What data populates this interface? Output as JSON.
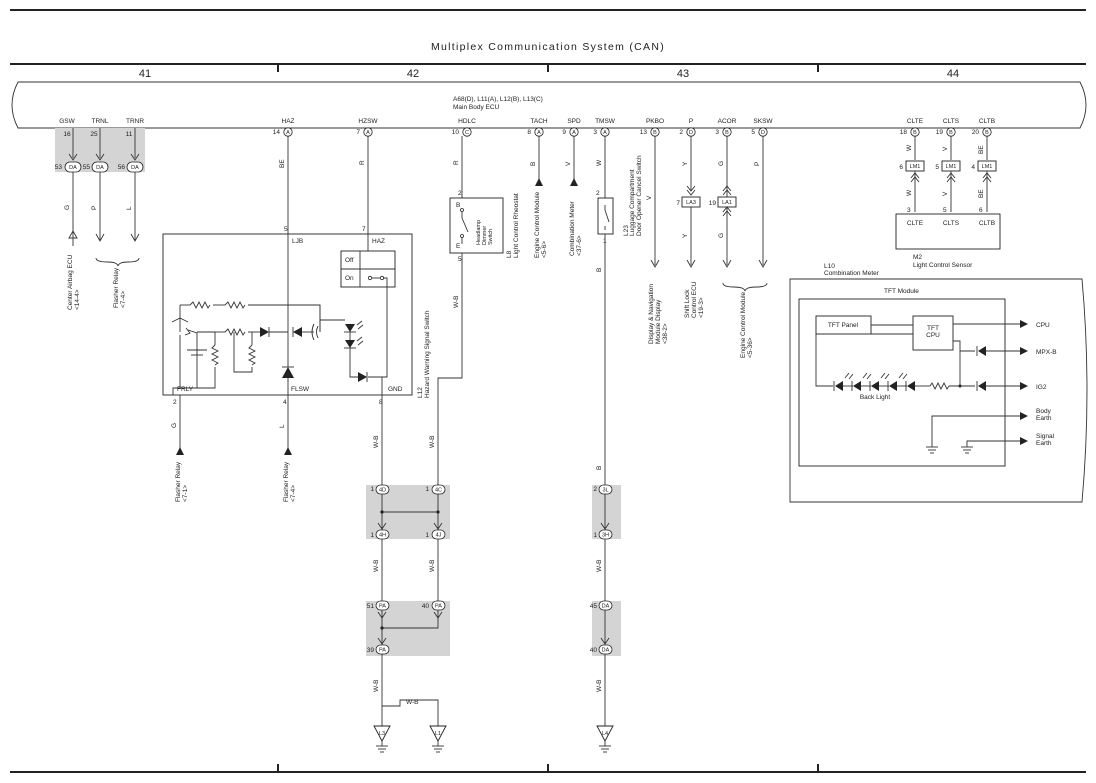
{
  "title": "Multiplex Communication System (CAN)",
  "columns": [
    "41",
    "42",
    "43",
    "44"
  ],
  "ecu": {
    "id": "A68(D), L11(A), L12(B), L13(C)",
    "name": "Main Body ECU"
  },
  "terminals": {
    "gsw": {
      "name": "GSW",
      "pin": "16"
    },
    "trnl": {
      "name": "TRNL",
      "pin": "25"
    },
    "trnr": {
      "name": "TRNR",
      "pin": "11"
    },
    "haz": {
      "name": "HAZ",
      "pin": "14",
      "conn": "A"
    },
    "hzsw": {
      "name": "HZSW",
      "pin": "7",
      "conn": "A"
    },
    "hdlc": {
      "name": "HDLC",
      "pin": "10",
      "conn": "C"
    },
    "tach": {
      "name": "TACH",
      "pin": "8",
      "conn": "A"
    },
    "spd": {
      "name": "SPD",
      "pin": "9",
      "conn": "A"
    },
    "tmsw": {
      "name": "TMSW",
      "pin": "3",
      "conn": "A"
    },
    "pkbo": {
      "name": "PKBO",
      "pin": "13",
      "conn": "B"
    },
    "p": {
      "name": "P",
      "pin": "2",
      "conn": "D"
    },
    "acor": {
      "name": "ACOR",
      "pin": "3",
      "conn": "B"
    },
    "sksw": {
      "name": "SKSW",
      "pin": "5",
      "conn": "D"
    },
    "clte": {
      "name": "CLTE",
      "pin": "18",
      "conn": "B"
    },
    "clts": {
      "name": "CLTS",
      "pin": "19",
      "conn": "B"
    },
    "cltb": {
      "name": "CLTB",
      "pin": "20",
      "conn": "B"
    }
  },
  "da_junction": [
    {
      "pin": "53",
      "label": "DA"
    },
    {
      "pin": "55",
      "label": "DA"
    },
    {
      "pin": "56",
      "label": "DA"
    }
  ],
  "wire_colors": {
    "g": "G",
    "p": "P",
    "l": "L",
    "be": "BE",
    "r": "R",
    "b": "B",
    "v": "V",
    "w": "W",
    "y": "Y",
    "wb": "W-B"
  },
  "destinations": {
    "center_airbag": [
      "Center Airbag ECU",
      "<14-4>"
    ],
    "flasher_relay_top": [
      "Flasher Relay",
      "<7-4>"
    ],
    "flasher_relay_l1": [
      "Flasher Relay",
      "<7-1>"
    ],
    "flasher_relay_l4": [
      "Flasher Relay",
      "<7-4>"
    ],
    "engine_control_a": [
      "Engine Control Module",
      "<5-6>"
    ],
    "combination_meter_ref": [
      "Combination Meter",
      "<37-6>"
    ],
    "display_nav": [
      "Display & Navigation",
      "Module Display",
      "<38-2>"
    ],
    "shift_lock": [
      "Shift Lock",
      "Control ECU",
      "<19-3>"
    ],
    "engine_control_b": [
      "Engine Control Module",
      "<5-36>"
    ]
  },
  "hazard_switch": {
    "id": "L12",
    "name": "Hazard Warning Signal Switch",
    "ljb": "LJB",
    "haz": "HAZ",
    "frly": "FRLY",
    "flsw": "FLSW",
    "gnd": "GND",
    "off": "Off",
    "on": "On",
    "pins": {
      "p5": "5",
      "p7": "7",
      "p2": "2",
      "p4": "4",
      "p8": "8"
    }
  },
  "headlamp": {
    "id": "L8",
    "name": "Light Control Rheostat",
    "inner": [
      "Headlamp",
      "Dimmer",
      "Switch"
    ],
    "b": "B",
    "e": "E",
    "pins": {
      "p2": "2",
      "p5": "5"
    }
  },
  "luggage": {
    "id": "L23",
    "name": [
      "Luggage Compartment",
      "Door Opener Cancel Switch"
    ],
    "pins": {
      "p2": "2",
      "p1": "1"
    }
  },
  "la_connectors": [
    {
      "pin": "7",
      "label": "LA3"
    },
    {
      "pin": "19",
      "label": "LA1"
    }
  ],
  "lm_connectors": [
    {
      "pin": "6",
      "label": "LM1"
    },
    {
      "pin": "5",
      "label": "LM1"
    },
    {
      "pin": "4",
      "label": "LM1"
    }
  ],
  "light_sensor": {
    "id": "M2",
    "name": "Light Control Sensor",
    "terms": [
      "CLTE",
      "CLTS",
      "CLTB"
    ],
    "pins": [
      "3",
      "5",
      "6"
    ]
  },
  "meter": {
    "id": "L10",
    "name": "Combination Meter",
    "module": "TFT Module",
    "panel": "TFT Panel",
    "cpu": [
      "TFT",
      "CPU"
    ],
    "back_light": "Back Light",
    "outputs": [
      "CPU",
      "MPX-B",
      "IG2"
    ],
    "earths": [
      [
        "Body",
        "Earth"
      ],
      [
        "Signal",
        "Earth"
      ]
    ]
  },
  "junctions": {
    "g4_top": [
      {
        "pin": "1",
        "label": "4D"
      },
      {
        "pin": "1",
        "label": "4C"
      }
    ],
    "g4_bot": [
      {
        "pin": "1",
        "label": "4H"
      },
      {
        "pin": "1",
        "label": "4J"
      }
    ],
    "pa": [
      {
        "pin": "51",
        "label": "PA"
      },
      {
        "pin": "40",
        "label": "PA"
      },
      {
        "pin": "39",
        "label": "PA"
      }
    ],
    "g3": [
      {
        "pin": "2",
        "label": "3L"
      },
      {
        "pin": "1",
        "label": "3H"
      }
    ],
    "da_low": [
      {
        "pin": "45",
        "label": "DA"
      },
      {
        "pin": "40",
        "label": "DA"
      }
    ]
  },
  "grounds": [
    "L3",
    "L1",
    "L4"
  ]
}
